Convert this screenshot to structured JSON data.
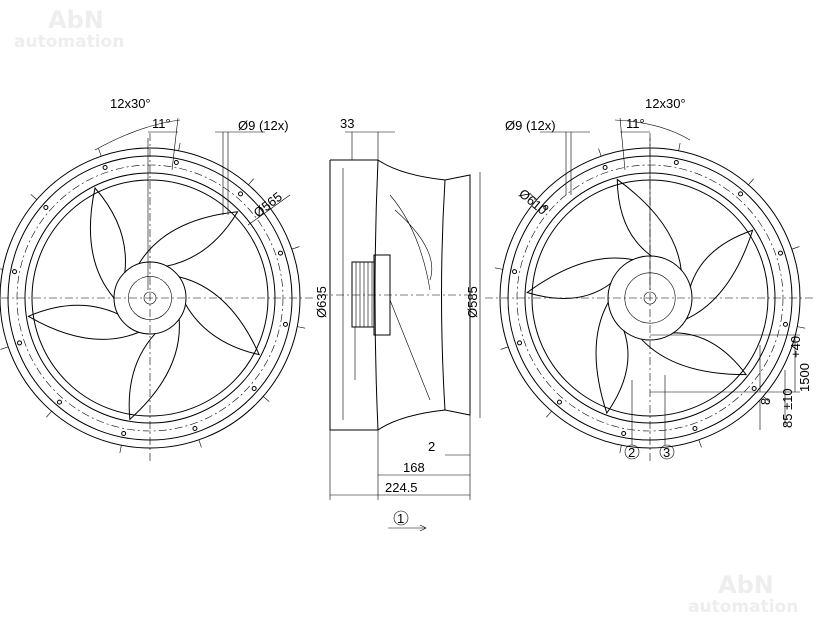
{
  "watermark": {
    "line1": "AbN",
    "line2": "automation"
  },
  "front_view_left": {
    "angle_pattern": "12x30°",
    "offset_angle": "11°",
    "hole_spec": "Ø9 (12x)",
    "hole_circle": "Ø565"
  },
  "side_view": {
    "top_offset": "33",
    "outer_diameter": "Ø635",
    "inner_diameter": "Ø585",
    "gap": "2",
    "depth_168": "168",
    "depth_total": "224.5",
    "airflow_marker": "1"
  },
  "front_view_right": {
    "angle_pattern": "12x30°",
    "offset_angle": "11°",
    "hole_spec": "Ø9 (12x)",
    "hole_circle": "Ø610",
    "marker_2": "2",
    "marker_3": "3",
    "cable_length": "1500",
    "cable_tolerance": "+40",
    "dim_8": "8",
    "dim_85": "85 ±10"
  }
}
